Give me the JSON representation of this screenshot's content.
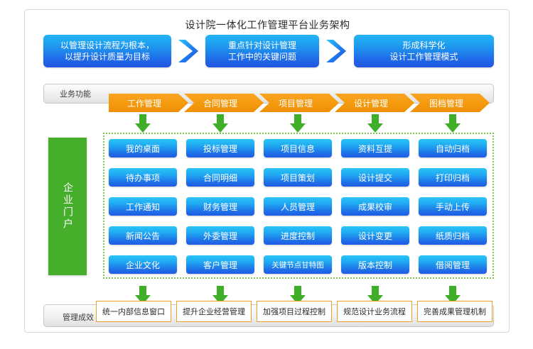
{
  "title": "设计院一体化工作管理平台业务架构",
  "colors": {
    "blue_light": "#2bc4f7",
    "blue_deep": "#1f5ce4",
    "orange": "#f59b10",
    "green": "#45ae2a",
    "green_dotted": "#7cc24f",
    "outcome_border": "#f0a028",
    "frame_border": "#d9d9d9"
  },
  "banners": [
    {
      "line1": "以管理设计流程为根本，",
      "line2": "以提升设计质量为目标"
    },
    {
      "line1": "重点针对设计管理",
      "line2": "工作中的关键问题"
    },
    {
      "line1": "形成科学化",
      "line2": "设计工作管理模式"
    }
  ],
  "function_bar": {
    "label": "业务功能",
    "tabs": [
      "工作管理",
      "合同管理",
      "项目管理",
      "设计管理",
      "图档管理"
    ]
  },
  "portal": {
    "label": "企业门户"
  },
  "module_grid": {
    "columns": [
      {
        "header": "工作管理",
        "items": [
          "我的桌面",
          "待办事项",
          "工作通知",
          "新闻公告",
          "企业文化"
        ]
      },
      {
        "header": "合同管理",
        "items": [
          "投标管理",
          "合同明细",
          "财务管理",
          "外委管理",
          "客户管理"
        ]
      },
      {
        "header": "项目管理",
        "items": [
          "项目信息",
          "项目策划",
          "人员管理",
          "进度控制",
          "关键节点甘特图"
        ]
      },
      {
        "header": "设计管理",
        "items": [
          "资料互提",
          "设计提交",
          "成果校审",
          "设计变更",
          "版本控制"
        ]
      },
      {
        "header": "图档管理",
        "items": [
          "自动归档",
          "打印归档",
          "手动上传",
          "纸质归档",
          "借阅管理"
        ]
      }
    ]
  },
  "outcome_bar": {
    "label": "管理成效",
    "items": [
      "统一内部信息窗口",
      "提升企业经营管理",
      "加强项目过程控制",
      "规范设计业务流程",
      "完善成果管理机制"
    ]
  },
  "icons": {
    "chevron": "chevron-right-icon",
    "down_arrow": "green-down-arrow-icon"
  }
}
